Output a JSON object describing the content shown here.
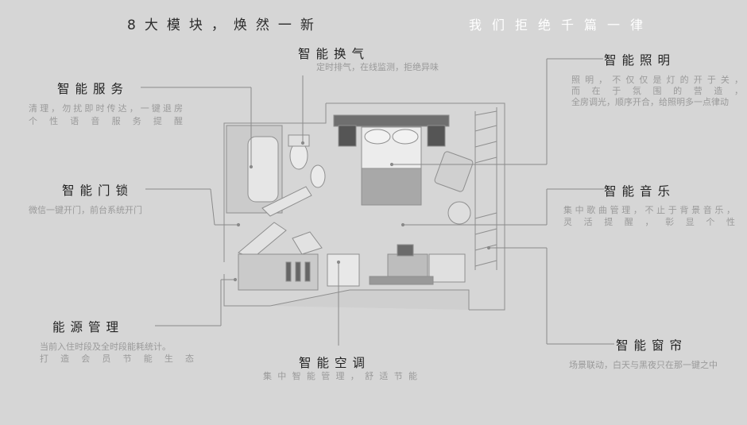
{
  "header": {
    "headline": "8大模块，焕然一新",
    "tagline": "我们拒绝千篇一律"
  },
  "features": {
    "ventilation": {
      "title": "智能换气",
      "desc": [
        "定时排气，在线监测，拒绝异味"
      ]
    },
    "service": {
      "title": "智能服务",
      "desc": [
        "清理，勿扰即时传达，一键退房",
        "个性语音服务提醒"
      ]
    },
    "lock": {
      "title": "智能门锁",
      "desc": [
        "微信一键开门，前台系统开门"
      ]
    },
    "energy": {
      "title": "能源管理",
      "desc": [
        "当前入住时段及全时段能耗统计。",
        "打造会员节能生态"
      ]
    },
    "ac": {
      "title": "智能空调",
      "desc": [
        "集中智能管理，舒适节能"
      ]
    },
    "lighting": {
      "title": "智能照明",
      "desc": [
        "照明，不仅仅是灯的开于关，",
        "而在于氛围的营造，",
        "全房调光，顺序开合，给照明多一点律动"
      ]
    },
    "music": {
      "title": "智能音乐",
      "desc": [
        "集中歌曲管理，不止于背景音乐，",
        "灵活提醒，彰显个性"
      ]
    },
    "curtain": {
      "title": "智能窗帘",
      "desc": [
        "场景联动，白天与黑夜只在那一键之中"
      ]
    }
  },
  "colors": {
    "background": "#d6d6d6",
    "line": "#8a8a8a",
    "title": "#222222",
    "desc": "#9a9a9a",
    "tagline": "#ffffff"
  }
}
